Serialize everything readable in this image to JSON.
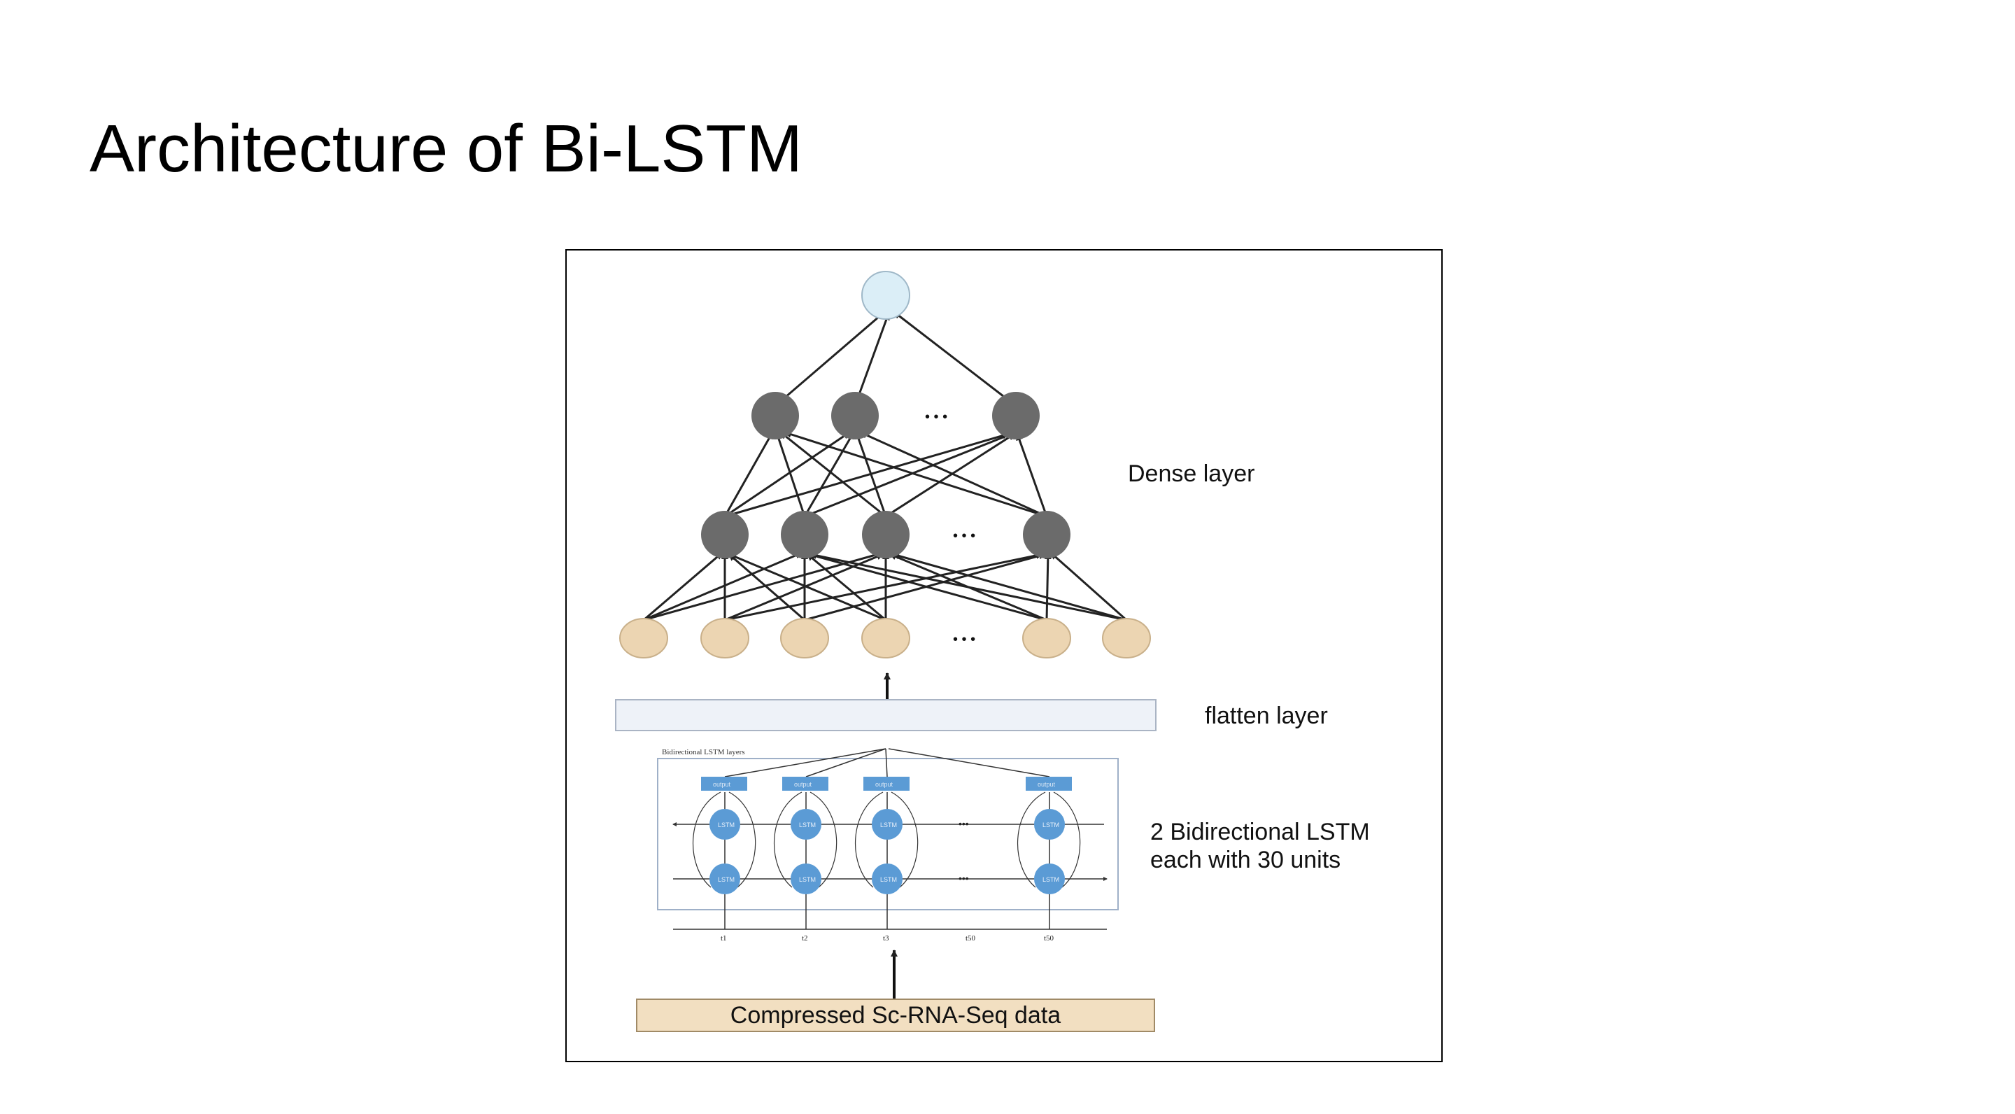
{
  "slide": {
    "title": "Architecture of Bi-LSTM"
  },
  "diagram": {
    "labels": {
      "dense_layer": "Dense layer",
      "flatten_layer": "flatten layer",
      "bilstm_line1": "2 Bidirectional LSTM",
      "bilstm_line2": "each with 30 units",
      "input": "Compressed Sc-RNA-Seq data",
      "inner_caption": "Bidirectional LSTM layers",
      "lstm_cell": "LSTM",
      "output_cell": "output",
      "ellipsis": "• • •",
      "small_ellipsis": "•••",
      "timesteps": [
        "t1",
        "t2",
        "t3",
        "t50",
        "t50"
      ]
    },
    "colors": {
      "output_node": "#dbeef7",
      "hidden_node": "#6b6b6b",
      "input_node": "#ecd5b2",
      "flatten_bar": "#eef2f8",
      "lstm_cell": "#5b9bd5",
      "input_box": "#f2dfc1"
    }
  }
}
